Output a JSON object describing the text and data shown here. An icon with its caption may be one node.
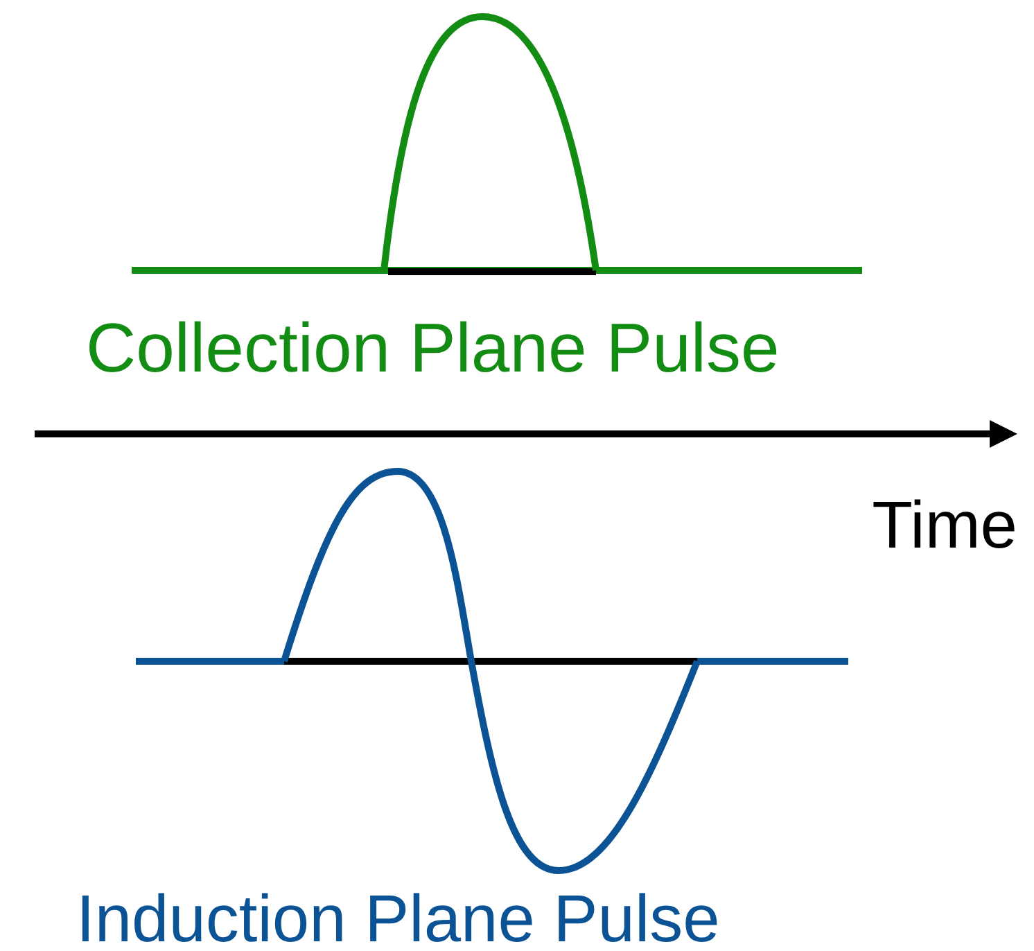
{
  "diagram": {
    "labels": [
      "Collection Plane Pulse",
      "Time",
      "Induction Plane Pulse"
    ]
  }
}
